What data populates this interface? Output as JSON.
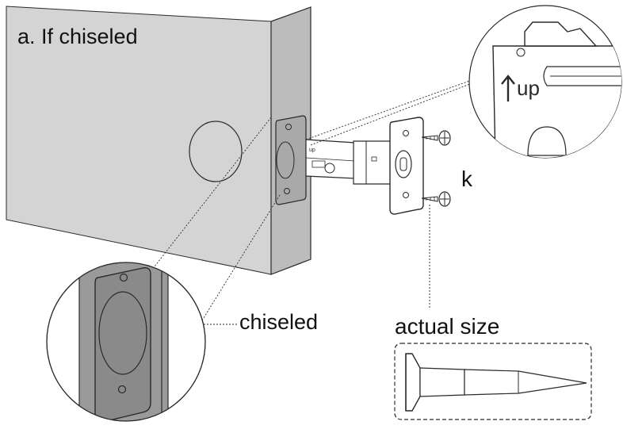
{
  "diagram": {
    "title": "a. If chiseled",
    "callout_chiseled": "chiseled",
    "callout_actual_size": "actual size",
    "part_letter": "k",
    "latch_marking": "up"
  },
  "colors": {
    "door_face": "#d4d4d4",
    "door_edge": "#bcbcbc",
    "outline": "#2a2a2a",
    "metal": "#ffffff",
    "zoom_door": "#9a9a9a"
  },
  "icons": [
    "up-arrow-icon",
    "screw-icon"
  ]
}
